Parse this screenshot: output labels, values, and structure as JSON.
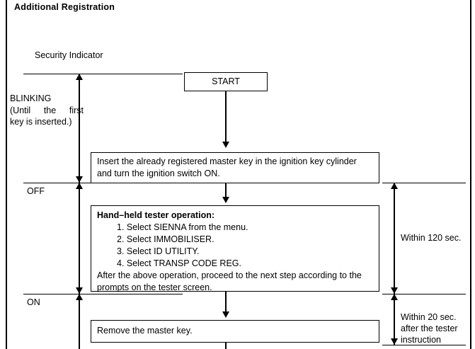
{
  "title": "Additional Registration",
  "labels": {
    "security_indicator": "Security Indicator",
    "blinking": "BLINKING",
    "blinking_note_line1": "(Until the first",
    "blinking_note_line2": "key is inserted.)",
    "off": "OFF",
    "on": "ON"
  },
  "flow": {
    "start": "START",
    "insert_step": "Insert the already registered master key in the ignition key cylinder and turn the ignition switch ON.",
    "tester": {
      "heading": "Hand–held tester operation:",
      "steps": [
        "1. Select SIENNA from the menu.",
        "2. Select IMMOBILISER.",
        "3. Select ID UTILITY.",
        "4. Select TRANSP CODE REG."
      ],
      "footer": "After the above operation, proceed to the next step according to the prompts on the tester screen."
    },
    "remove_step": "Remove the master key."
  },
  "timing": {
    "within_120": "Within 120 sec.",
    "within_20_line1": "Within 20 sec.",
    "within_20_line2": "after the tester",
    "within_20_line3": "instruction"
  },
  "colors": {
    "ink": "#000000",
    "paper": "#ffffff"
  }
}
